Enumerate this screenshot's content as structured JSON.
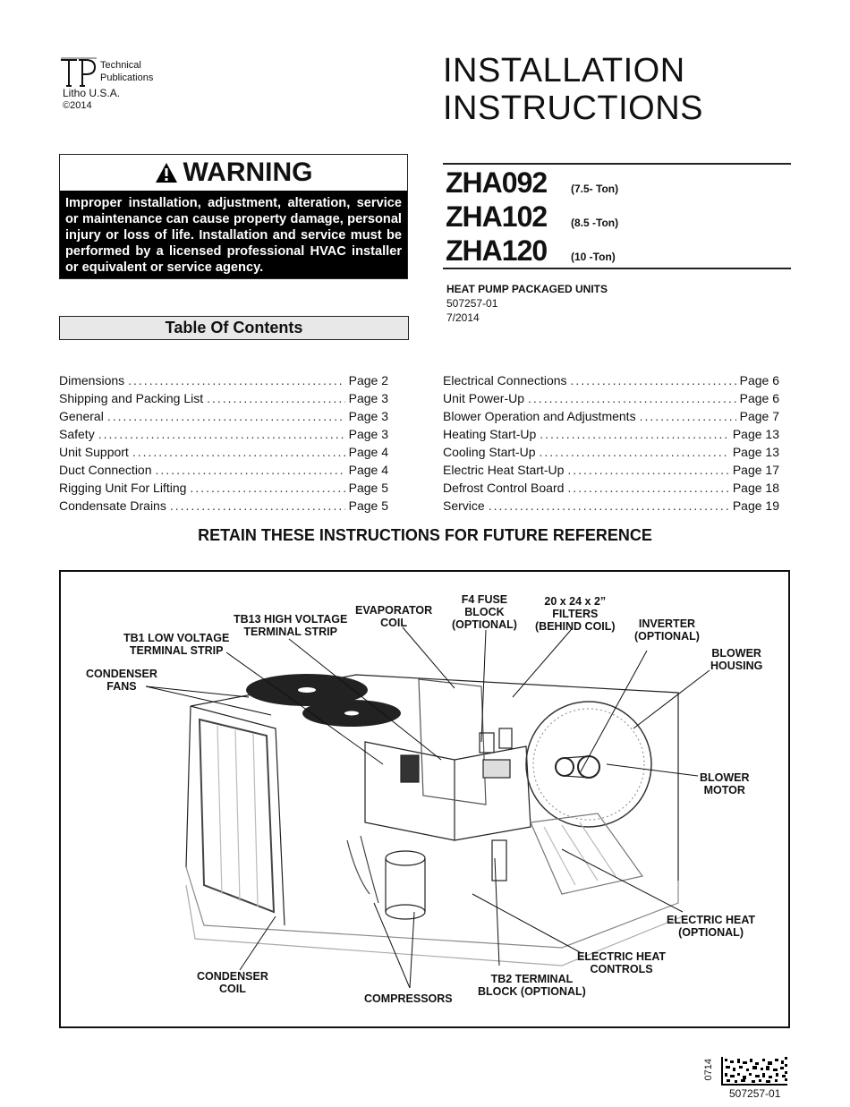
{
  "header": {
    "publisher_line1": "Technical",
    "publisher_line2": "Publications",
    "litho": "Litho U.S.A.",
    "copyright": "©2014"
  },
  "title": {
    "line1": "INSTALLATION",
    "line2": "INSTRUCTIONS"
  },
  "warning": {
    "heading": "WARNING",
    "body": "Improper installation, adjustment, alteration, service or maintenance can cause property damage, personal injury or loss of life. Installation and service must be performed by a licensed professional HVAC installer or equivalent or service agency."
  },
  "models": [
    {
      "name": "ZHA092",
      "tons": "(7.5- Ton)"
    },
    {
      "name": "ZHA102",
      "tons": "(8.5 -Ton)"
    },
    {
      "name": "ZHA120",
      "tons": "(10 -Ton)"
    }
  ],
  "unit_info": {
    "type": "HEAT PUMP PACKAGED UNITS",
    "doc_number": "507257-01",
    "date": "7/2014"
  },
  "toc": {
    "heading": "Table Of Contents",
    "left": [
      {
        "label": "Dimensions",
        "page": "Page 2"
      },
      {
        "label": "Shipping and Packing List",
        "page": "Page 3"
      },
      {
        "label": "General",
        "page": "Page 3"
      },
      {
        "label": "Safety",
        "page": "Page 3"
      },
      {
        "label": "Unit Support",
        "page": "Page 4"
      },
      {
        "label": "Duct Connection",
        "page": "Page 4"
      },
      {
        "label": "Rigging Unit For Lifting",
        "page": "Page 5"
      },
      {
        "label": "Condensate Drains",
        "page": "Page 5"
      }
    ],
    "right": [
      {
        "label": "Electrical Connections",
        "page": "Page 6"
      },
      {
        "label": "Unit Power-Up",
        "page": "Page 6"
      },
      {
        "label": "Blower Operation and Adjustments",
        "page": "Page 7"
      },
      {
        "label": "Heating Start-Up",
        "page": "Page 13"
      },
      {
        "label": "Cooling Start-Up",
        "page": "Page 13"
      },
      {
        "label": "Electric Heat Start-Up",
        "page": "Page 17"
      },
      {
        "label": "Defrost Control Board",
        "page": "Page 18"
      },
      {
        "label": "Service",
        "page": "Page 19"
      }
    ]
  },
  "retain_notice": "RETAIN THESE INSTRUCTIONS FOR FUTURE REFERENCE",
  "figure_labels": {
    "condenser_fans": [
      "CONDENSER",
      "FANS"
    ],
    "tb1": [
      "TB1 LOW VOLTAGE",
      "TERMINAL STRIP"
    ],
    "tb13": [
      "TB13 HIGH VOLTAGE",
      "TERMINAL STRIP"
    ],
    "evaporator": [
      "EVAPORATOR",
      "COIL"
    ],
    "f4_fuse": [
      "F4 FUSE",
      "BLOCK",
      "(OPTIONAL)"
    ],
    "filters": [
      "20 x 24 x 2”",
      "FILTERS",
      "(BEHIND COIL)"
    ],
    "inverter": [
      "INVERTER",
      "(OPTIONAL)"
    ],
    "blower_housing": [
      "BLOWER",
      "HOUSING"
    ],
    "blower_motor": [
      "BLOWER",
      "MOTOR"
    ],
    "electric_heat": [
      "ELECTRIC HEAT",
      "(OPTIONAL)"
    ],
    "electric_heat_controls": [
      "ELECTRIC HEAT",
      "CONTROLS"
    ],
    "tb2": [
      "TB2 TERMINAL",
      "BLOCK (OPTIONAL)"
    ],
    "compressors": [
      "COMPRESSORS"
    ],
    "condenser_coil": [
      "CONDENSER",
      "COIL"
    ]
  },
  "footer": {
    "code": "0714",
    "part_number": "507257-01"
  }
}
